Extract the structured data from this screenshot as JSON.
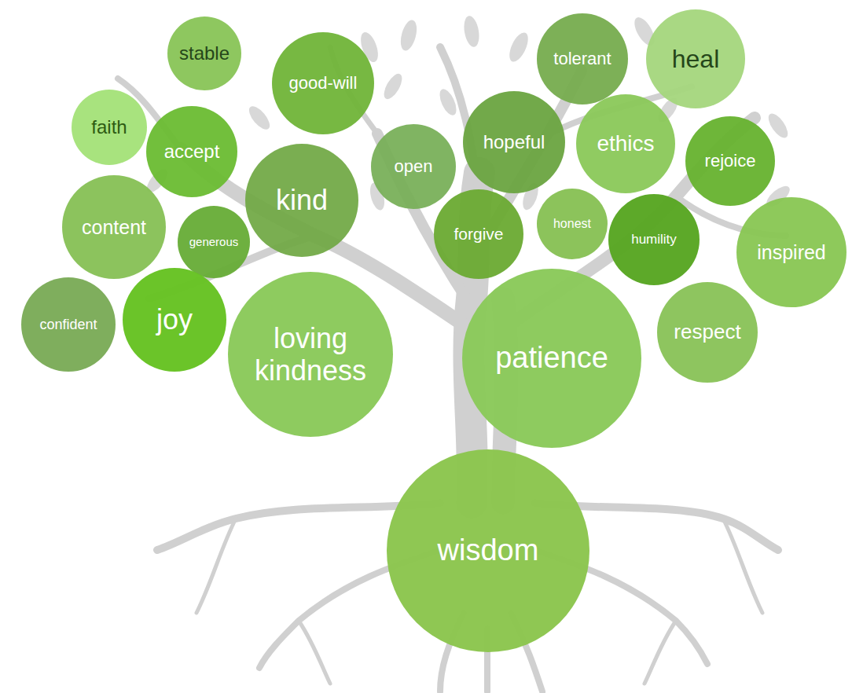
{
  "diagram": {
    "nodes": [
      {
        "text": [
          "stable"
        ]
      },
      {
        "text": [
          "good-will"
        ]
      },
      {
        "text": [
          "tolerant"
        ]
      },
      {
        "text": [
          "heal"
        ]
      },
      {
        "text": [
          "faith"
        ]
      },
      {
        "text": [
          "accept"
        ]
      },
      {
        "text": [
          "hopeful"
        ]
      },
      {
        "text": [
          "ethics"
        ]
      },
      {
        "text": [
          "rejoice"
        ]
      },
      {
        "text": [
          "open"
        ]
      },
      {
        "text": [
          "kind"
        ]
      },
      {
        "text": [
          "content"
        ]
      },
      {
        "text": [
          "generous"
        ]
      },
      {
        "text": [
          "forgive"
        ]
      },
      {
        "text": [
          "honest"
        ]
      },
      {
        "text": [
          "humility"
        ]
      },
      {
        "text": [
          "inspired"
        ]
      },
      {
        "text": [
          "confident"
        ]
      },
      {
        "text": [
          "joy"
        ]
      },
      {
        "text": [
          "loving kindness"
        ]
      },
      {
        "text": [
          "patience"
        ]
      },
      {
        "text": [
          "respect"
        ]
      },
      {
        "text": [
          "wisdom"
        ]
      }
    ]
  }
}
